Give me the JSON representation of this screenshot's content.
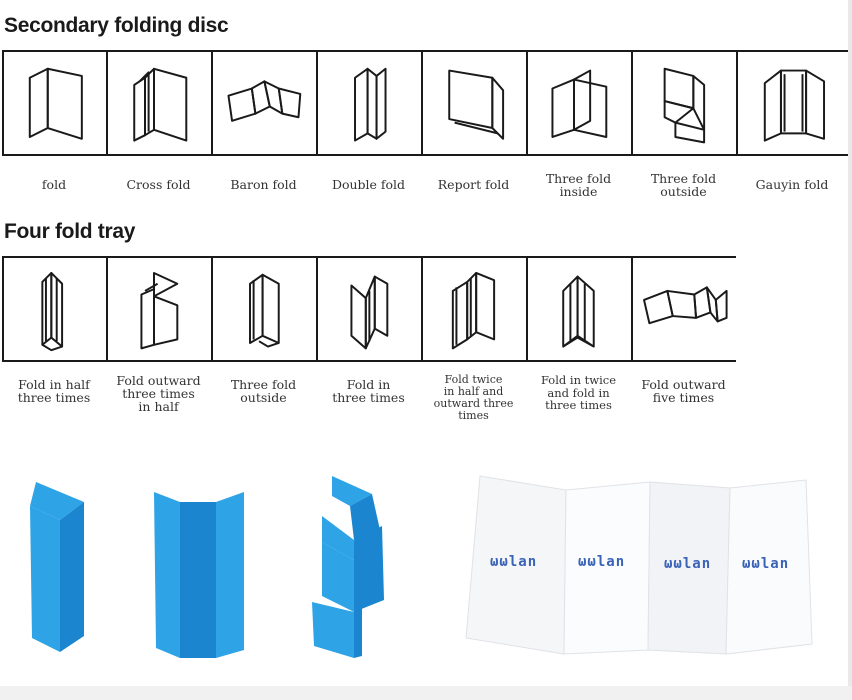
{
  "sections": {
    "secondary": {
      "title": "Secondary folding disc",
      "labels": [
        "fold",
        "Cross fold",
        "Baron fold",
        "Double fold",
        "Report fold",
        "Three fold\ninside",
        "Three fold\noutside",
        "Gauyin fold"
      ]
    },
    "four": {
      "title": "Four fold tray",
      "labels": [
        "Fold in half\nthree times",
        "Fold outward\nthree times\nin half",
        "Three fold\noutside",
        "Fold in\nthree times",
        "Fold twice\nin half and\noutward three\ntimes",
        "Fold in twice\nand fold in\nthree times",
        "Fold outward\nfive times"
      ]
    }
  },
  "brochure": {
    "panel_text": [
      "ωωlan",
      "ωωlan",
      "ωωlan",
      "ωωlan"
    ]
  },
  "colors": {
    "line": "#1a1a1a",
    "blue_light": "#2ea3e6",
    "blue_dark": "#1b86cf",
    "brochure_text": "#3a63b8"
  }
}
